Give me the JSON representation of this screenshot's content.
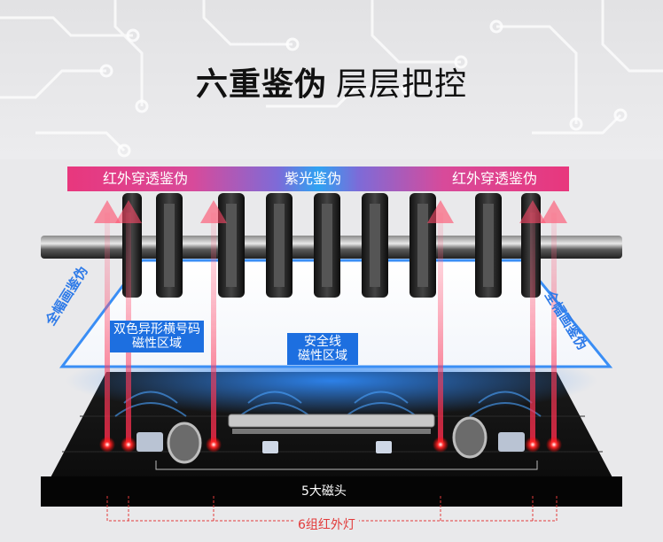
{
  "headline": {
    "bold": "六重鉴伪",
    "light": "层层把控"
  },
  "banner": {
    "left": "红外穿透鉴伪",
    "center": "紫光鉴伪",
    "right": "红外穿透鉴伪"
  },
  "zones": {
    "left": "双色异形横号码\n磁性区域",
    "center": "安全线\n磁性区域"
  },
  "side_labels": {
    "left": "全幅画鉴伪",
    "right": "全幅画鉴伪"
  },
  "bottom": {
    "heads": "5大磁头",
    "lights": "6组红外灯"
  },
  "colors": {
    "banner_pink": "#e8377d",
    "banner_blue": "#2ea3f2",
    "zone_blue": "#1d6fe0",
    "label_red": "#e23b3b"
  }
}
